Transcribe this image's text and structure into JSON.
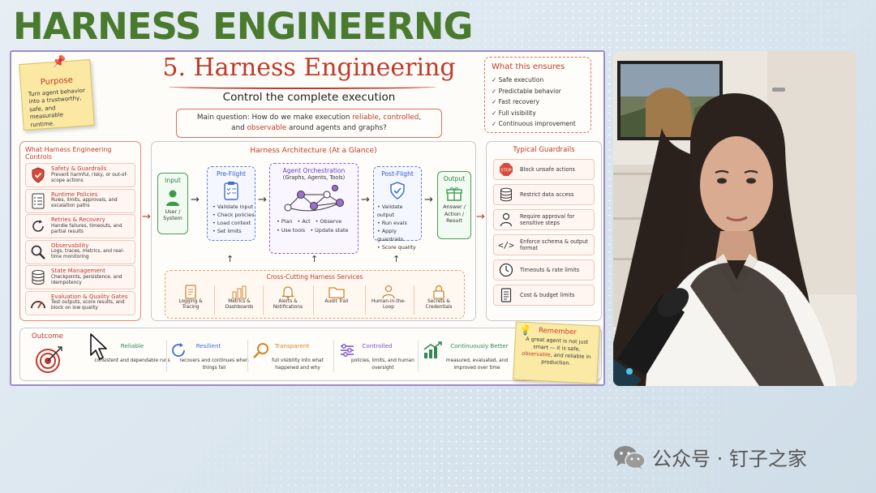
{
  "headline": "HARNESS ENGINEERNG",
  "slide": {
    "title": "5. Harness Engineering",
    "subtitle": "Control the complete execution",
    "question": {
      "line1_prefix": "Main question: How do we make execution ",
      "reliable": "reliable",
      "comma": ", ",
      "controlled": "controlled",
      "comma2": ",",
      "line2_and": "and ",
      "observable": "observable",
      "line2_suffix": " around agents and graphs?"
    },
    "purpose": {
      "title": "Purpose",
      "text": "Turn agent behavior into a trustworthy, safe, and measurable runtime."
    },
    "ensures": {
      "title": "What this ensures",
      "items": [
        "Safe execution",
        "Predictable behavior",
        "Fast recovery",
        "Full visibility",
        "Continuous improvement"
      ]
    },
    "controls": {
      "title": "What Harness Engineering Controls",
      "items": [
        {
          "title": "Safety & Guardrails",
          "desc": "Prevent harmful, risky, or out-of-scope actions"
        },
        {
          "title": "Runtime Policies",
          "desc": "Rules, limits, approvals, and escalation paths"
        },
        {
          "title": "Retries & Recovery",
          "desc": "Handle failures, timeouts, and partial results"
        },
        {
          "title": "Observability",
          "desc": "Logs, traces, metrics, and real-time monitoring"
        },
        {
          "title": "State Management",
          "desc": "Checkpoints, persistence, and idempotency"
        },
        {
          "title": "Evaluation & Quality Gates",
          "desc": "Test outputs, score results, and block on low quality"
        }
      ]
    },
    "architecture": {
      "title": "Harness Architecture (At a Glance)",
      "input": {
        "title": "Input",
        "label": "User / System"
      },
      "preflight": {
        "title": "Pre-Flight",
        "items": [
          "Validate input",
          "Check policies",
          "Load context",
          "Set limits"
        ]
      },
      "orchestration": {
        "title": "Agent Orchestration",
        "subtitle": "(Graphs, Agents, Tools)",
        "items": [
          "Plan",
          "Act",
          "Observe",
          "Use tools",
          "Update state"
        ]
      },
      "postflight": {
        "title": "Post-Flight",
        "items": [
          "Validate output",
          "Run evals",
          "Apply guardrails",
          "Score quality"
        ]
      },
      "output": {
        "title": "Output",
        "label": "Answer / Action / Result"
      },
      "services": {
        "title": "Cross-Cutting Harness Services",
        "items": [
          "Logging & Tracing",
          "Metrics & Dashboards",
          "Alerts & Notifications",
          "Audit Trail",
          "Human-in-the-Loop",
          "Secrets & Credentials"
        ]
      }
    },
    "guardrails": {
      "title": "Typical Guardrails",
      "items": [
        "Block unsafe actions",
        "Restrict data access",
        "Require approval for sensitive steps",
        "Enforce schema & output format",
        "Timeouts & rate limits",
        "Cost & budget limits"
      ]
    },
    "outcome": {
      "title": "Outcome",
      "items": [
        {
          "title": "Reliable",
          "desc": "consistent and dependable runs"
        },
        {
          "title": "Resilient",
          "desc": "recovers and continues when things fail"
        },
        {
          "title": "Transparent",
          "desc": "full visibility into what happened and why"
        },
        {
          "title": "Controlled",
          "desc": "policies, limits, and human oversight"
        },
        {
          "title": "Continuously Better",
          "desc": "measured, evaluated, and improved over time"
        }
      ]
    },
    "remember": {
      "title": "Remember",
      "text_prefix": "A great agent is not just smart — it is safe, ",
      "observable": "observable",
      "text_suffix": ", and reliable in production."
    }
  },
  "watermark": "公众号 · 钉子之家",
  "colors": {
    "accent_red": "#c0392b",
    "green": "#4a7a2e",
    "blue": "#3b6fd4",
    "purple": "#7a4fc4",
    "teal": "#2e8b57"
  }
}
